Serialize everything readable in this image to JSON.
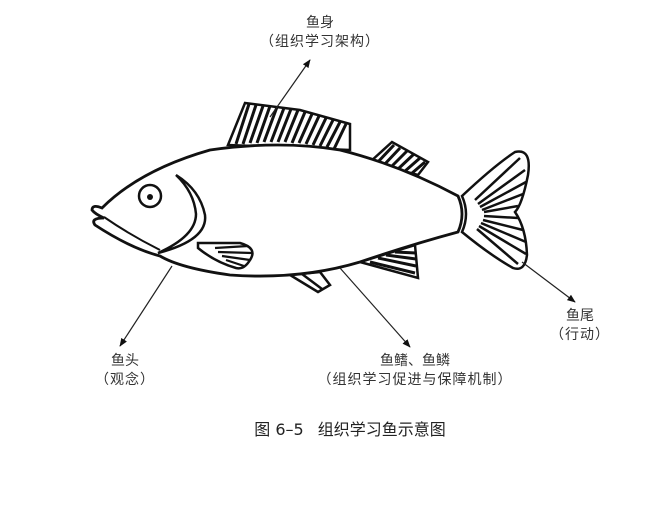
{
  "diagram": {
    "title": "组织学习鱼示意图",
    "figure_number": "图 6–5",
    "labels": {
      "body": {
        "name": "鱼身",
        "meaning": "（组织学习架构）"
      },
      "head": {
        "name": "鱼头",
        "meaning": "（观念）"
      },
      "fins": {
        "name": "鱼鳍、鱼鳞",
        "meaning": "（组织学习促进与保障机制）"
      },
      "tail": {
        "name": "鱼尾",
        "meaning": "（行动）"
      }
    },
    "colors": {
      "line": "#111111",
      "background": "#ffffff",
      "text": "#333333"
    }
  }
}
